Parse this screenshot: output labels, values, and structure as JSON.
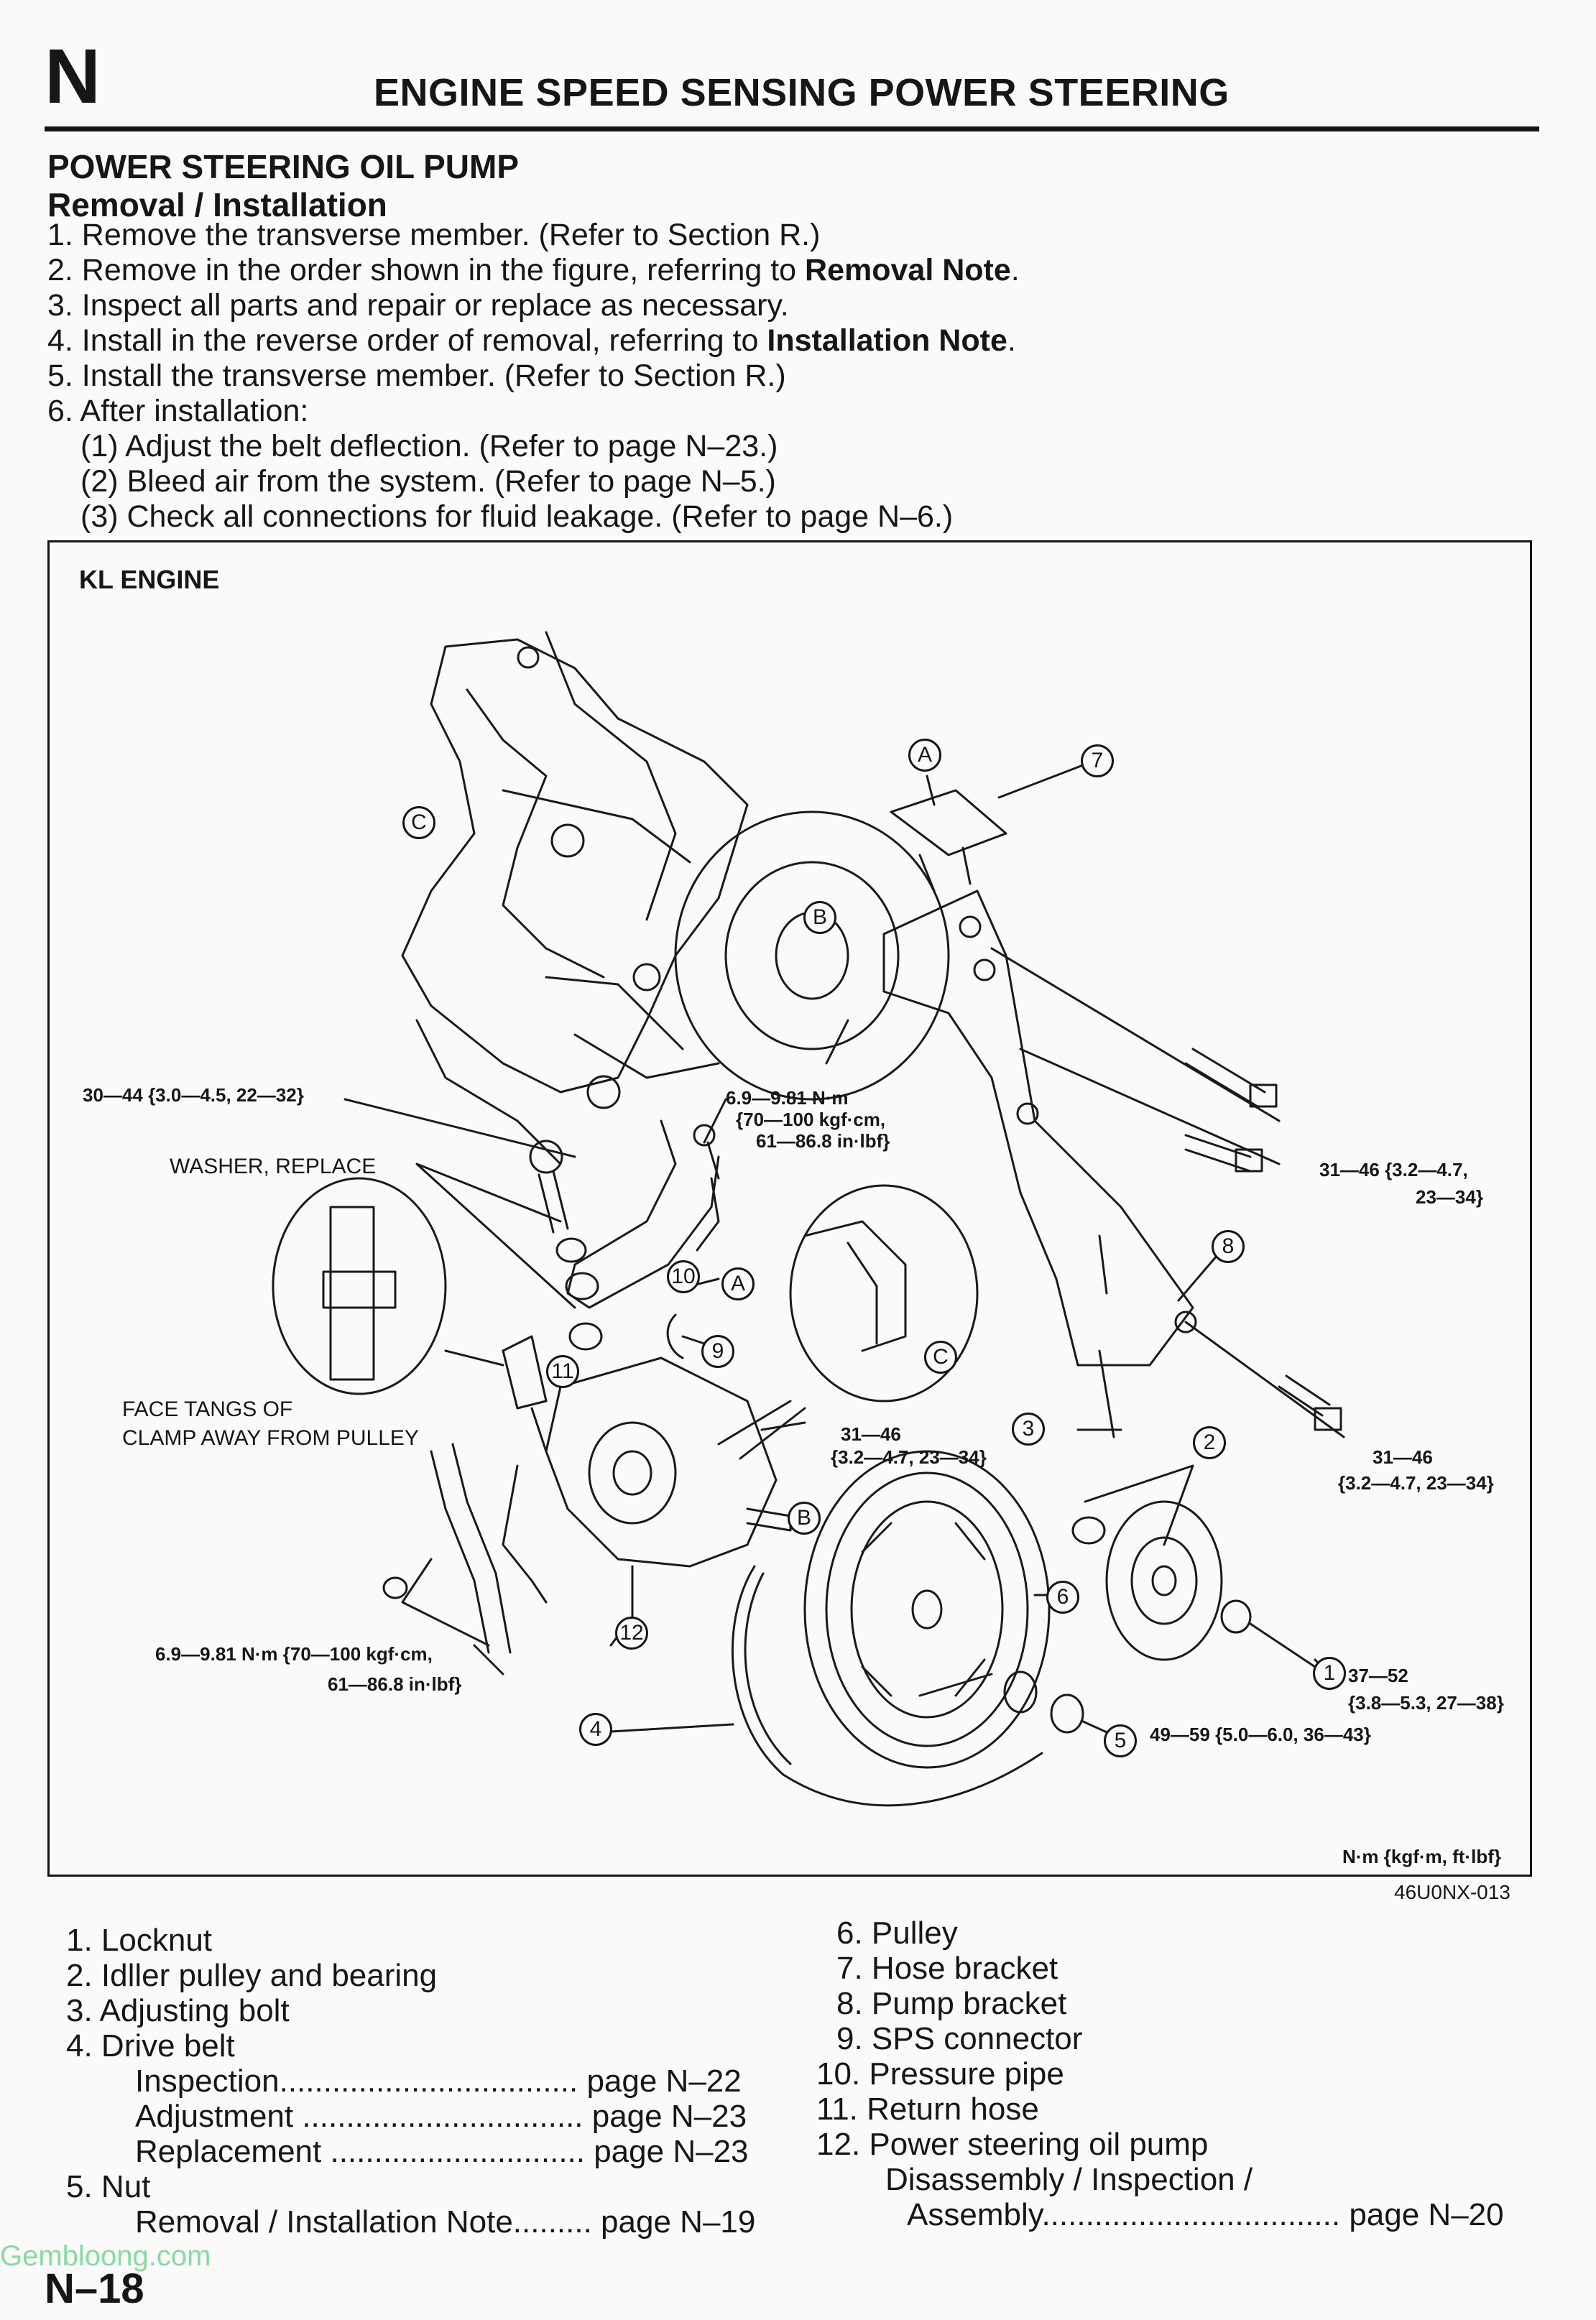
{
  "header": {
    "section_letter": "N",
    "title": "ENGINE SPEED SENSING POWER STEERING"
  },
  "section": {
    "title": "POWER STEERING OIL PUMP",
    "subtitle": "Removal / Installation"
  },
  "steps": {
    "s1": "1. Remove the transverse member. (Refer to Section R.)",
    "s2_pre": "2. Remove in the order shown in the figure, referring to ",
    "s2_bold": "Removal Note",
    "s2_post": ".",
    "s3": "3. Inspect all parts and repair or replace as necessary.",
    "s4_pre": "4. Install in the reverse order of removal, referring to ",
    "s4_bold": "Installation Note",
    "s4_post": ".",
    "s5": "5. Install the transverse member. (Refer to Section R.)",
    "s6": "6. After installation:",
    "s6a": "(1) Adjust the belt deflection. (Refer to page N–23.)",
    "s6b": "(2) Bleed air from the system. (Refer to page N–5.)",
    "s6c": "(3) Check all connections for fluid leakage. (Refer to page N–6.)"
  },
  "figure": {
    "title": "KL ENGINE",
    "id": "46U0NX-013",
    "unit_note": "N·m {kgf·m, ft·lbf}",
    "torque_a_1": "30—44 {3.0—4.5, 22—32}",
    "washer": "WASHER, REPLACE",
    "torque_b_1": "6.9—9.81 N·m",
    "torque_b_2": "{70—100 kgf·cm,",
    "torque_b_3": "61—86.8 in·lbf}",
    "torque_c_1": "31—46 {3.2—4.7,",
    "torque_c_2": "23—34}",
    "face_tangs_1": "FACE TANGS OF",
    "face_tangs_2": "CLAMP AWAY FROM PULLEY",
    "torque_d_1": "31—46",
    "torque_d_2": "{3.2—4.7, 23—34}",
    "torque_e_1": "31—46",
    "torque_e_2": "{3.2—4.7, 23—34}",
    "torque_f_1": "6.9—9.81 N·m {70—100 kgf·cm,",
    "torque_f_2": "61—86.8 in·lbf}",
    "torque_g_1": "37—52",
    "torque_g_2": "{3.8—5.3, 27—38}",
    "torque_h": "49—59 {5.0—6.0, 36—43}",
    "c1": "1",
    "c2": "2",
    "c3": "3",
    "c4": "4",
    "c5": "5",
    "c6": "6",
    "c7": "7",
    "c8": "8",
    "c9": "9",
    "c10": "10",
    "c11": "11",
    "c12": "12",
    "ca": "A",
    "cb": "B",
    "cc": "C"
  },
  "legend": {
    "l1": "1. Locknut",
    "l2": "2. Idller pulley and bearing",
    "l3": "3. Adjusting bolt",
    "l4": "4. Drive belt",
    "l4a": "Inspection.................................. page N–22",
    "l4b": "Adjustment ................................ page N–23",
    "l4c": "Replacement ............................. page N–23",
    "l5": "5. Nut",
    "l5a": "Removal / Installation Note......... page N–19",
    "r6": "6. Pulley",
    "r7": "7. Hose bracket",
    "r8": "8. Pump bracket",
    "r9": "9. SPS connector",
    "r10": "10. Pressure pipe",
    "r11": "11. Return hose",
    "r12": "12. Power steering oil pump",
    "r12a": "Disassembly / Inspection /",
    "r12b": "Assembly.................................. page N–20"
  },
  "footer": {
    "page": "N–18",
    "watermark": "Gembloong.com"
  }
}
